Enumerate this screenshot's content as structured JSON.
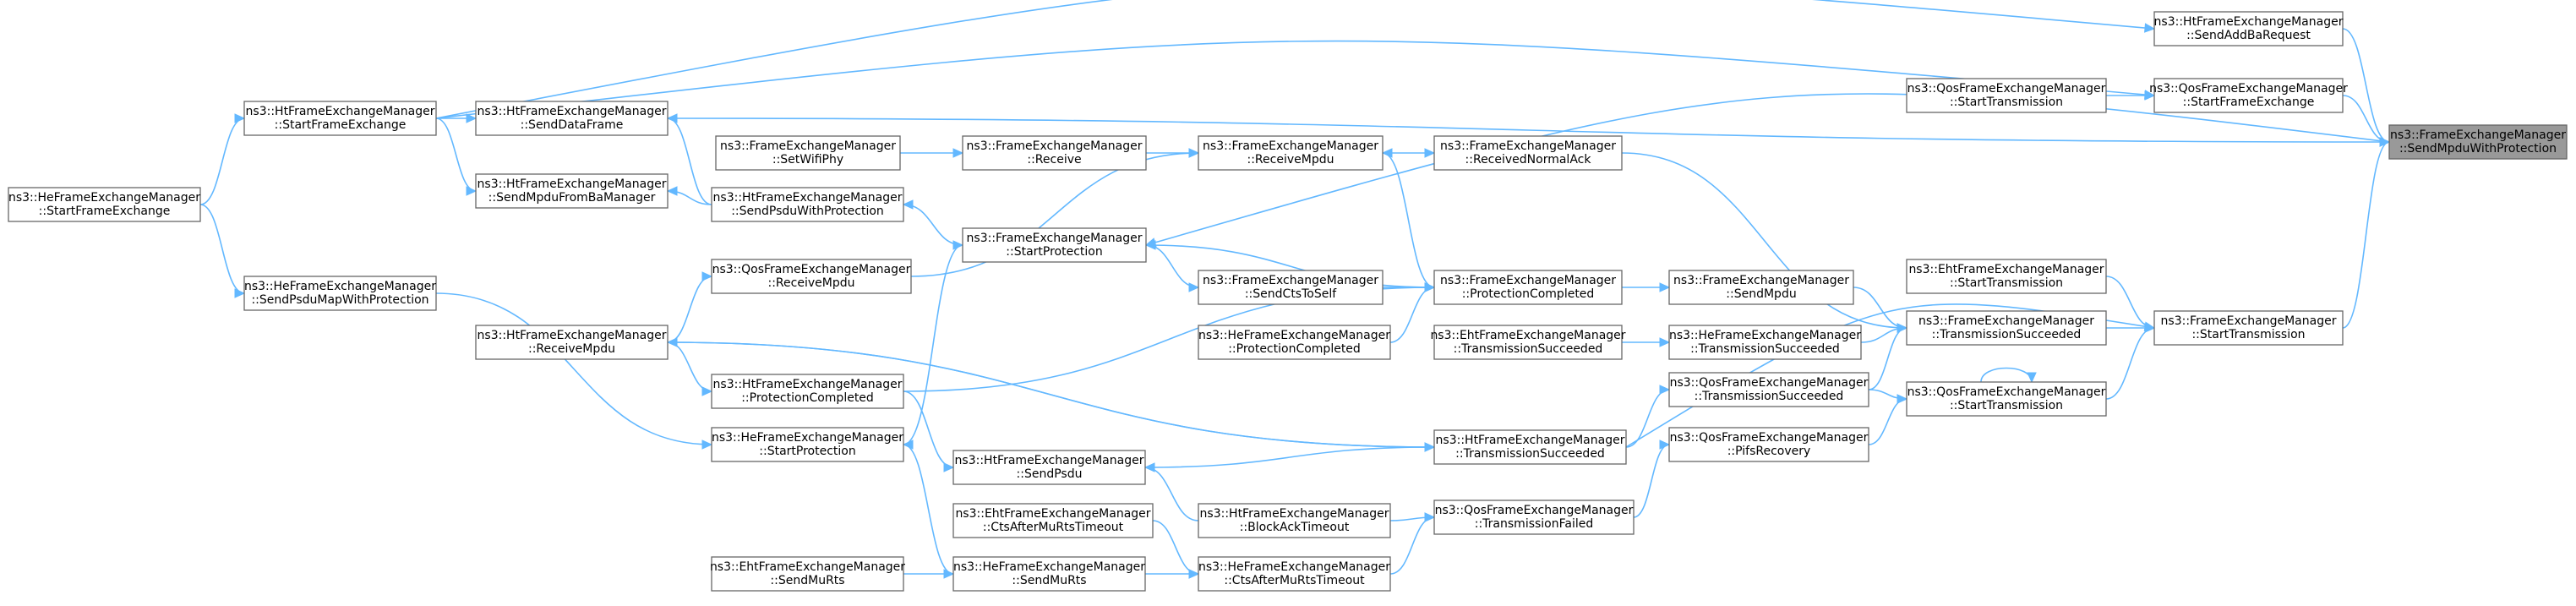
{
  "diagram": {
    "nodes": {
      "root": [
        "ns3::FrameExchangeManager",
        "::SendMpduWithProtection"
      ],
      "sendAddBaRequest": [
        "ns3::HtFrameExchangeManager",
        "::SendAddBaRequest"
      ],
      "qosStartTransmission": [
        "ns3::QosFrameExchangeManager",
        "::StartTransmission"
      ],
      "qosStartFrameExchange": [
        "ns3::QosFrameExchangeManager",
        "::StartFrameExchange"
      ],
      "htStartFrameExchange": [
        "ns3::HtFrameExchangeManager",
        "::StartFrameExchange"
      ],
      "htSendDataFrame": [
        "ns3::HtFrameExchangeManager",
        "::SendDataFrame"
      ],
      "heStartFrameExchange": [
        "ns3::HeFrameExchangeManager",
        "::StartFrameExchange"
      ],
      "htSendMpduFromBaManager": [
        "ns3::HtFrameExchangeManager",
        "::SendMpduFromBaManager"
      ],
      "feSetWifiPhy": [
        "ns3::FrameExchangeManager",
        "::SetWifiPhy"
      ],
      "feReceive": [
        "ns3::FrameExchangeManager",
        "::Receive"
      ],
      "feReceiveMpdu": [
        "ns3::FrameExchangeManager",
        "::ReceiveMpdu"
      ],
      "feReceivedNormalAck": [
        "ns3::FrameExchangeManager",
        "::ReceivedNormalAck"
      ],
      "htSendPsduWithProtection": [
        "ns3::HtFrameExchangeManager",
        "::SendPsduWithProtection"
      ],
      "feStartProtection": [
        "ns3::FrameExchangeManager",
        "::StartProtection"
      ],
      "heSendPsduMapWithProtection": [
        "ns3::HeFrameExchangeManager",
        "::SendPsduMapWithProtection"
      ],
      "qosReceiveMpdu": [
        "ns3::QosFrameExchangeManager",
        "::ReceiveMpdu"
      ],
      "feSendCtsToSelf": [
        "ns3::FrameExchangeManager",
        "::SendCtsToSelf"
      ],
      "feProtectionCompleted": [
        "ns3::FrameExchangeManager",
        "::ProtectionCompleted"
      ],
      "feSendMpdu": [
        "ns3::FrameExchangeManager",
        "::SendMpdu"
      ],
      "ehtStartTransmission": [
        "ns3::EhtFrameExchangeManager",
        "::StartTransmission"
      ],
      "heProtectionCompleted": [
        "ns3::HeFrameExchangeManager",
        "::ProtectionCompleted"
      ],
      "feTransmissionSucceeded": [
        "ns3::FrameExchangeManager",
        "::TransmissionSucceeded"
      ],
      "feStartTransmission": [
        "ns3::FrameExchangeManager",
        "::StartTransmission"
      ],
      "htReceiveMpdu": [
        "ns3::HtFrameExchangeManager",
        "::ReceiveMpdu"
      ],
      "ehtTransmissionSucceeded": [
        "ns3::EhtFrameExchangeManager",
        "::TransmissionSucceeded"
      ],
      "heTransmissionSucceeded": [
        "ns3::HeFrameExchangeManager",
        "::TransmissionSucceeded"
      ],
      "htProtectionCompleted": [
        "ns3::HtFrameExchangeManager",
        "::ProtectionCompleted"
      ],
      "qosTransmissionSucceeded": [
        "ns3::QosFrameExchangeManager",
        "::TransmissionSucceeded"
      ],
      "qosStartTransmission2": [
        "ns3::QosFrameExchangeManager",
        "::StartTransmission"
      ],
      "heStartProtection": [
        "ns3::HeFrameExchangeManager",
        "::StartProtection"
      ],
      "htTransmissionSucceeded": [
        "ns3::HtFrameExchangeManager",
        "::TransmissionSucceeded"
      ],
      "qosPifsRecovery": [
        "ns3::QosFrameExchangeManager",
        "::PifsRecovery"
      ],
      "htSendPsdu": [
        "ns3::HtFrameExchangeManager",
        "::SendPsdu"
      ],
      "ehtCtsAfterMuRtsTimeout": [
        "ns3::EhtFrameExchangeManager",
        "::CtsAfterMuRtsTimeout"
      ],
      "htBlockAckTimeout": [
        "ns3::HtFrameExchangeManager",
        "::BlockAckTimeout"
      ],
      "qosTransmissionFailed": [
        "ns3::QosFrameExchangeManager",
        "::TransmissionFailed"
      ],
      "ehtSendMuRts": [
        "ns3::EhtFrameExchangeManager",
        "::SendMuRts"
      ],
      "heSendMuRts": [
        "ns3::HeFrameExchangeManager",
        "::SendMuRts"
      ],
      "heCtsAfterMuRtsTimeout": [
        "ns3::HeFrameExchangeManager",
        "::CtsAfterMuRtsTimeout"
      ]
    }
  }
}
